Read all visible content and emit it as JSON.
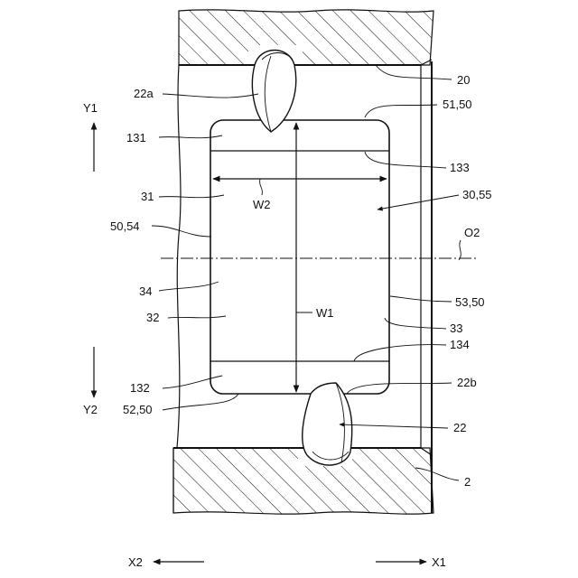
{
  "labels": {
    "l20": "20",
    "l51_50": "51,50",
    "l22a": "22a",
    "l131": "131",
    "l133": "133",
    "l31": "31",
    "l30_55": "30,55",
    "lW2": "W2",
    "l50_54": "50,54",
    "lO2": "O2",
    "l34": "34",
    "l53_50": "53,50",
    "lW1": "W1",
    "l32": "32",
    "l33": "33",
    "l134": "134",
    "l22b": "22b",
    "l132": "132",
    "l52_50": "52,50",
    "l22": "22",
    "l2": "2"
  },
  "directions": {
    "y1": "Y1",
    "y2": "Y2",
    "x1": "X1",
    "x2": "X2"
  }
}
